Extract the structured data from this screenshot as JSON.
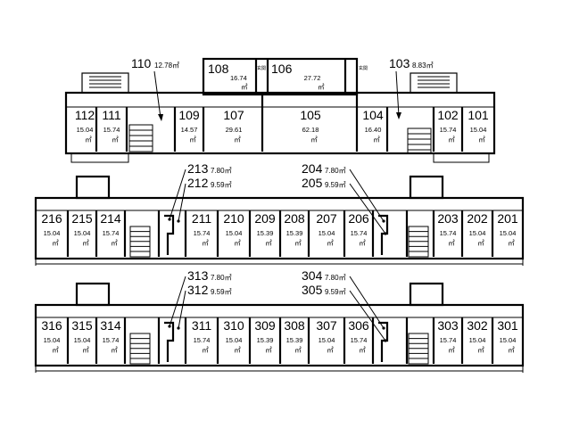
{
  "unit_suffix": "㎡",
  "floor1": {
    "rooms": [
      {
        "id": "112",
        "area": "15.04"
      },
      {
        "id": "111",
        "area": "15.74"
      },
      {
        "id": "109",
        "area": "14.57"
      },
      {
        "id": "107",
        "area": "29.61"
      },
      {
        "id": "105",
        "area": "62.18"
      },
      {
        "id": "104",
        "area": "16.40"
      },
      {
        "id": "102",
        "area": "15.74"
      },
      {
        "id": "101",
        "area": "15.04"
      },
      {
        "id": "108",
        "area": "16.74"
      },
      {
        "id": "106",
        "area": "27.72"
      }
    ],
    "callouts": [
      {
        "id": "110",
        "area": "12.78"
      },
      {
        "id": "103",
        "area": "8.83"
      }
    ],
    "small_label": "玄関"
  },
  "floor2": {
    "rooms": [
      {
        "id": "216",
        "area": "15.04"
      },
      {
        "id": "215",
        "area": "15.04"
      },
      {
        "id": "214",
        "area": "15.74"
      },
      {
        "id": "211",
        "area": "15.74"
      },
      {
        "id": "210",
        "area": "15.04"
      },
      {
        "id": "209",
        "area": "15.39"
      },
      {
        "id": "208",
        "area": "15.39"
      },
      {
        "id": "207",
        "area": "15.04"
      },
      {
        "id": "206",
        "area": "15.74"
      },
      {
        "id": "203",
        "area": "15.74"
      },
      {
        "id": "202",
        "area": "15.04"
      },
      {
        "id": "201",
        "area": "15.04"
      }
    ],
    "callouts": [
      {
        "id": "213",
        "area": "7.80"
      },
      {
        "id": "212",
        "area": "9.59"
      },
      {
        "id": "204",
        "area": "7.80"
      },
      {
        "id": "205",
        "area": "9.59"
      }
    ]
  },
  "floor3": {
    "rooms": [
      {
        "id": "316",
        "area": "15.04"
      },
      {
        "id": "315",
        "area": "15.04"
      },
      {
        "id": "314",
        "area": "15.74"
      },
      {
        "id": "311",
        "area": "15.74"
      },
      {
        "id": "310",
        "area": "15.04"
      },
      {
        "id": "309",
        "area": "15.39"
      },
      {
        "id": "308",
        "area": "15.39"
      },
      {
        "id": "307",
        "area": "15.04"
      },
      {
        "id": "306",
        "area": "15.74"
      },
      {
        "id": "303",
        "area": "15.74"
      },
      {
        "id": "302",
        "area": "15.04"
      },
      {
        "id": "301",
        "area": "15.04"
      }
    ],
    "callouts": [
      {
        "id": "313",
        "area": "7.80"
      },
      {
        "id": "312",
        "area": "9.59"
      },
      {
        "id": "304",
        "area": "7.80"
      },
      {
        "id": "305",
        "area": "9.59"
      }
    ]
  }
}
